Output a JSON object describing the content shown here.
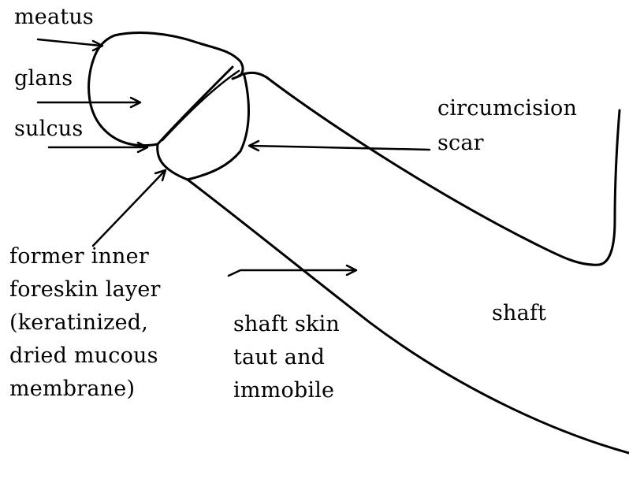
{
  "labels": {
    "meatus": "meatus",
    "glans": "glans",
    "sulcus": "sulcus",
    "circumcision_scar_line1": "circumcision",
    "circumcision_scar_line2": "scar",
    "former_inner_line1": "former  inner",
    "former_inner_line2": "foreskin layer",
    "former_inner_line3": "(keratinized,",
    "former_inner_line4": "dried  mucous",
    "former_inner_line5": "membrane)",
    "shaft_skin_line1": "shaft skin",
    "shaft_skin_line2": "taut and",
    "shaft_skin_line3": "immobile",
    "shaft": "shaft"
  },
  "colors": {
    "ink": "#000000",
    "background": "#ffffff"
  }
}
